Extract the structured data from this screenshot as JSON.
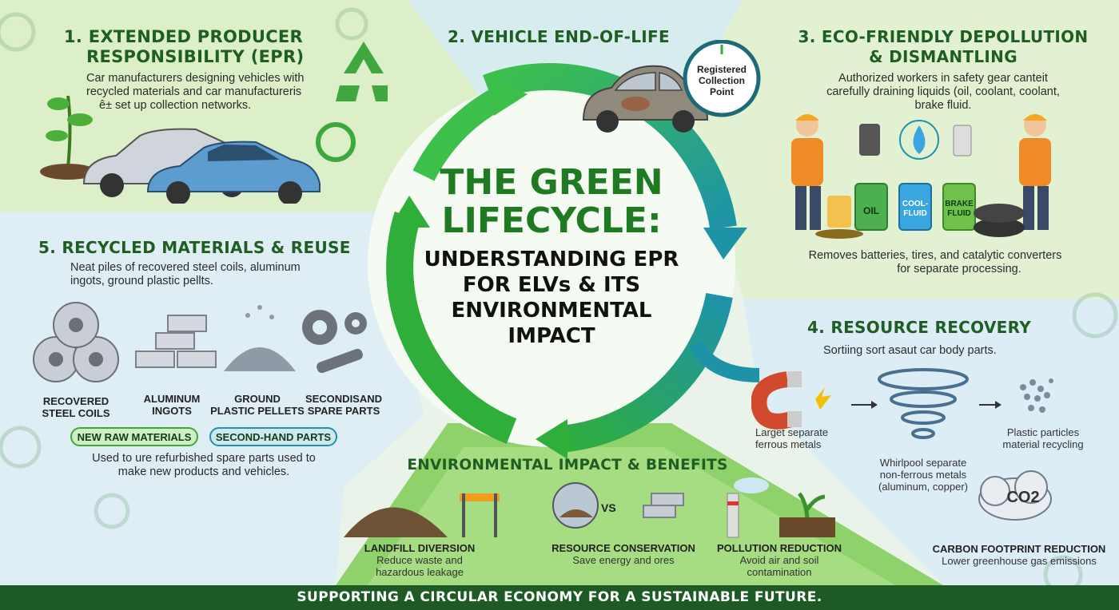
{
  "center": {
    "title_line1": "THE GREEN",
    "title_line2": "LIFECYCLE:",
    "subtitle_line1": "UNDERSTANDING EPR",
    "subtitle_line2": "FOR ELVs & ITS",
    "subtitle_line3": "ENVIRONMENTAL",
    "subtitle_line4": "IMPACT"
  },
  "section1": {
    "heading_line1": "1. EXTENDED PRODUCER",
    "heading_line2": "RESPONSIBILITY (EPR)",
    "text_line1": "Car manufacturers designing vehicles with",
    "text_line2": "recycled materials and car manufactureris",
    "text_line3": "ê± set up collection networks."
  },
  "section2": {
    "heading": "2. VEHICLE END-OF-LIFE",
    "sign_line1": "Registered",
    "sign_line2": "Collection",
    "sign_line3": "Point"
  },
  "section3": {
    "heading_line1": "3. ECO-FRIENDLY DEPOLLUTION",
    "heading_line2": "& DISMANTLING",
    "text_line1": "Authorized workers in safety gear canteit",
    "text_line2": "carefully draining liquids (oil, coolant, coolant,",
    "text_line3": "brake fluid.",
    "can_oil": "OIL",
    "can_cool_line1": "COOL-",
    "can_cool_line2": "FLUID",
    "can_brake_line1": "BRAKE",
    "can_brake_line2": "FLUID",
    "bottom_line1": "Removes batteries, tires, and catalytic converters",
    "bottom_line2": "for separate processing."
  },
  "section4": {
    "heading": "4. RESOURCE RECOVERY",
    "text": "Sortiing sort asaut car body parts.",
    "magnet_line1": "Larget separate",
    "magnet_line2": "ferrous metals",
    "whirl_line1": "Whirlpool separate",
    "whirl_line2": "non-ferrous metals",
    "whirl_line3": "(aluminum, copper)",
    "plastic_line1": "Plastic particles",
    "plastic_line2": "material recycling",
    "co2": "CO2",
    "carbon_title": "CARBON FOOTPRINT REDUCTION",
    "carbon_text": "Lower greenhouse gas emissions"
  },
  "section5": {
    "heading": "5. RECYCLED MATERIALS & REUSE",
    "text_line1": "Neat piles of recovered steel coils, aluminum",
    "text_line2": "ingots, ground plastic pellts.",
    "item1_line1": "RECOVERED",
    "item1_line2": "STEEL COILS",
    "item2_line1": "ALUMINUM",
    "item2_line2": "INGOTS",
    "item3_line1": "GROUND",
    "item3_line2": "PLASTIC PELLETS",
    "item4_line1": "SECONDISAND",
    "item4_line2": "SPARE PARTS",
    "pill1": "NEW RAW MATERIALS",
    "pill2": "SECOND-HAND PARTS",
    "bottom_line1": "Used to ure refurbished spare parts used to",
    "bottom_line2": "make new products and vehicles."
  },
  "impact": {
    "heading": "ENVIRONMENTAL IMPACT & BENEFITS",
    "vs": "VS",
    "b1_title": "LANDFILL DIVERSION",
    "b1_line1": "Reduce waste and",
    "b1_line2": "hazardous leakage",
    "b2_title": "RESOURCE CONSERVATION",
    "b2_line1": "Save energy and ores",
    "b3_title": "POLLUTION REDUCTION",
    "b3_line1": "Avoid air and soil",
    "b3_line2": "contamination"
  },
  "footer": "SUPPORTING A CIRCULAR ECONOMY FOR A SUSTAINABLE FUTURE.",
  "colors": {
    "heading_green": "#1f5e23",
    "arrow_green": "#2fae3a",
    "arrow_teal": "#1e93a8",
    "footer_bg": "#1d5a26"
  }
}
